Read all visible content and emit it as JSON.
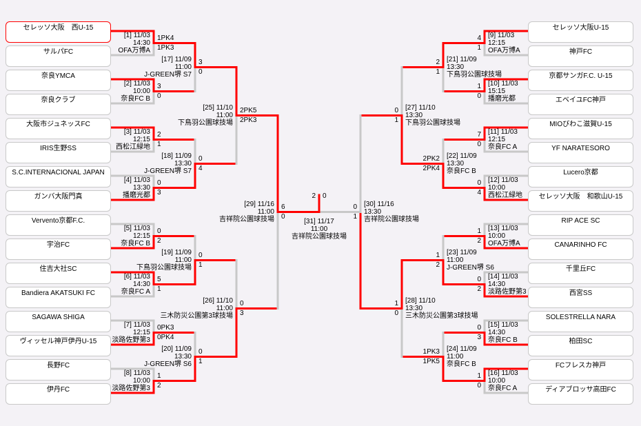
{
  "colors": {
    "winner_line": "#ff0000",
    "loser_line": "#c8c8c8",
    "background": "#f4f2f6"
  },
  "champion": "セレッソ大阪　西U-15",
  "teams_left": [
    "セレッソ大阪　西U-15",
    "サルパFC",
    "奈良YMCA",
    "奈良クラブ",
    "大阪市ジュネッスFC",
    "IRIS生野SS",
    "S.C.INTERNACIONAL JAPAN",
    "ガンバ大阪門真",
    "Vervento京都F.C.",
    "宇治FC",
    "住吉大社SC",
    "Bandiera AKATSUKI FC",
    "SAGAWA SHIGA",
    "ヴィッセル神戸伊丹U-15",
    "長野FC",
    "伊丹FC"
  ],
  "teams_right": [
    "セレッソ大阪U-15",
    "神戸FC",
    "京都サンガF.C. U-15",
    "エベイユFC神戸",
    "MIOびわこ滋賀U-15",
    "YF NARATESORO",
    "Lucero京都",
    "セレッソ大阪　和歌山U-15",
    "RIP ACE SC",
    "CANARINHO FC",
    "千里丘FC",
    "西宮SS",
    "SOLESTRELLA NARA",
    "柏田SC",
    "FCフレスカ神戸",
    "ディアブロッサ高田FC"
  ],
  "left": [
    [
      {
        "label": "[1] 11/03",
        "time": "14:30",
        "venue": "OFA万博A",
        "score_top": "1PK4",
        "score_bottom": "1PK3",
        "winner": "top"
      },
      {
        "label": "[2] 11/03",
        "time": "10:00",
        "venue": "奈良FC B",
        "score_top": "3",
        "score_bottom": "0",
        "winner": "top"
      },
      {
        "label": "[3] 11/03",
        "time": "12:15",
        "venue": "西松江緑地",
        "score_top": "2",
        "score_bottom": "1",
        "winner": "top"
      },
      {
        "label": "[4] 11/03",
        "time": "13:30",
        "venue": "播磨光都",
        "score_top": "0",
        "score_bottom": "3",
        "winner": "bottom"
      },
      {
        "label": "[5] 11/03",
        "time": "12:15",
        "venue": "奈良FC B",
        "score_top": "0",
        "score_bottom": "2",
        "winner": "bottom"
      },
      {
        "label": "[6] 11/03",
        "time": "14:30",
        "venue": "奈良FC A",
        "score_top": "5",
        "score_bottom": "1",
        "winner": "top"
      },
      {
        "label": "[7] 11/03",
        "time": "12:15",
        "venue": "淡路佐野第3",
        "score_top": "0PK3",
        "score_bottom": "0PK4",
        "winner": "bottom"
      },
      {
        "label": "[8] 11/03",
        "time": "10:00",
        "venue": "淡路佐野第3",
        "score_top": "1",
        "score_bottom": "2",
        "winner": "bottom"
      }
    ],
    [
      {
        "label": "[17] 11/09",
        "time": "11:00",
        "venue": "J-GREEN堺 S7",
        "score_top": "3",
        "score_bottom": "0",
        "winner": "top"
      },
      {
        "label": "[18] 11/09",
        "time": "13:30",
        "venue": "J-GREEN堺 S7",
        "score_top": "0",
        "score_bottom": "4",
        "winner": "bottom"
      },
      {
        "label": "[19] 11/09",
        "time": "11:00",
        "venue": "下鳥羽公園球技場",
        "score_top": "0",
        "score_bottom": "1",
        "winner": "bottom"
      },
      {
        "label": "[20] 11/09",
        "time": "13:30",
        "venue": "J-GREEN堺 S6",
        "score_top": "0",
        "score_bottom": "1",
        "winner": "bottom"
      }
    ],
    [
      {
        "label": "[25] 11/10",
        "time": "11:00",
        "venue": "下鳥羽公園球技場",
        "score_top": "2PK5",
        "score_bottom": "2PK3",
        "winner": "top"
      },
      {
        "label": "[26] 11/10",
        "time": "11:00",
        "venue": "三木防災公園第3球技場",
        "score_top": "0",
        "score_bottom": "3",
        "winner": "bottom"
      }
    ],
    [
      {
        "label": "[29] 11/16",
        "time": "11:00",
        "venue": "吉祥院公園球技場",
        "score_top": "6",
        "score_bottom": "0",
        "winner": "top"
      }
    ]
  ],
  "right": [
    [
      {
        "label": "[9] 11/03",
        "time": "12:15",
        "venue": "OFA万博A",
        "score_top": "4",
        "score_bottom": "1",
        "winner": "top"
      },
      {
        "label": "[10] 11/03",
        "time": "15:15",
        "venue": "播磨光都",
        "score_top": "1",
        "score_bottom": "0",
        "winner": "top"
      },
      {
        "label": "[11] 11/03",
        "time": "12:15",
        "venue": "奈良FC A",
        "score_top": "7",
        "score_bottom": "0",
        "winner": "top"
      },
      {
        "label": "[12] 11/03",
        "time": "10:00",
        "venue": "西松江緑地",
        "score_top": "0",
        "score_bottom": "4",
        "winner": "bottom"
      },
      {
        "label": "[13] 11/03",
        "time": "10:00",
        "venue": "OFA万博A",
        "score_top": "1",
        "score_bottom": "2",
        "winner": "bottom"
      },
      {
        "label": "[14] 11/03",
        "time": "14:30",
        "venue": "淡路佐野第3",
        "score_top": "0",
        "score_bottom": "2",
        "winner": "bottom"
      },
      {
        "label": "[15] 11/03",
        "time": "14:30",
        "venue": "奈良FC B",
        "score_top": "0",
        "score_bottom": "3",
        "winner": "bottom"
      },
      {
        "label": "[16] 11/03",
        "time": "10:00",
        "venue": "奈良FC A",
        "score_top": "1",
        "score_bottom": "0",
        "winner": "top"
      }
    ],
    [
      {
        "label": "[21] 11/09",
        "time": "13:30",
        "venue": "下鳥羽公園球技場",
        "score_top": "2",
        "score_bottom": "1",
        "winner": "top"
      },
      {
        "label": "[22] 11/09",
        "time": "13:30",
        "venue": "奈良FC B",
        "score_top": "2PK2",
        "score_bottom": "2PK4",
        "winner": "bottom"
      },
      {
        "label": "[23] 11/09",
        "time": "11:00",
        "venue": "J-GREEN堺 S6",
        "score_top": "1",
        "score_bottom": "2",
        "winner": "bottom"
      },
      {
        "label": "[24] 11/09",
        "time": "11:00",
        "venue": "奈良FC B",
        "score_top": "1PK3",
        "score_bottom": "1PK5",
        "winner": "bottom"
      }
    ],
    [
      {
        "label": "[27] 11/10",
        "time": "13:30",
        "venue": "下鳥羽公園球技場",
        "score_top": "0",
        "score_bottom": "1",
        "winner": "bottom"
      },
      {
        "label": "[28] 11/10",
        "time": "13:30",
        "venue": "三木防災公園第3球技場",
        "score_top": "1",
        "score_bottom": "0",
        "winner": "top"
      }
    ],
    [
      {
        "label": "[30] 11/16",
        "time": "13:30",
        "venue": "吉祥院公園球技場",
        "score_top": "0",
        "score_bottom": "1",
        "winner": "bottom"
      }
    ]
  ],
  "final": {
    "label": "[31] 11/17",
    "time": "11:00",
    "venue": "吉祥院公園球技場",
    "score_left": "2",
    "score_right": "0",
    "winner": "left"
  }
}
